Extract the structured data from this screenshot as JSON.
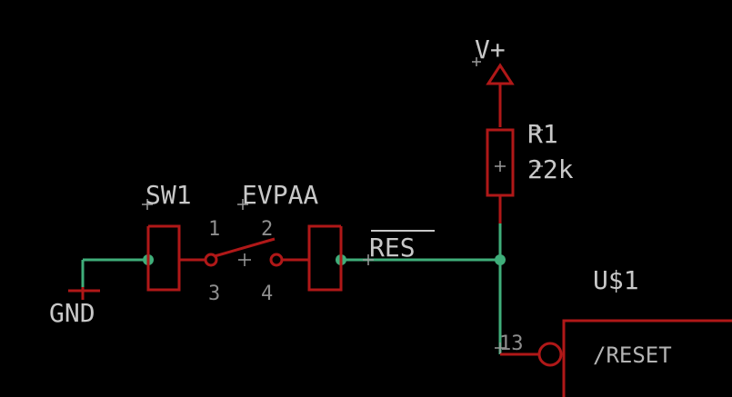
{
  "labels": {
    "power": "V+",
    "resistor_name": "R1",
    "resistor_value": "22k",
    "switch_name": "SW1",
    "switch_value": "EVPAA",
    "pin1": "1",
    "pin2": "2",
    "pin3": "3",
    "pin4": "4",
    "net": "RES",
    "ground": "GND",
    "part": "U$1",
    "pin_number": "13",
    "pin_name": "/RESET"
  },
  "colors": {
    "wire": "#3fae7a",
    "symbol": "#b01818",
    "text": "#c8c8c8",
    "background": "#000000"
  }
}
